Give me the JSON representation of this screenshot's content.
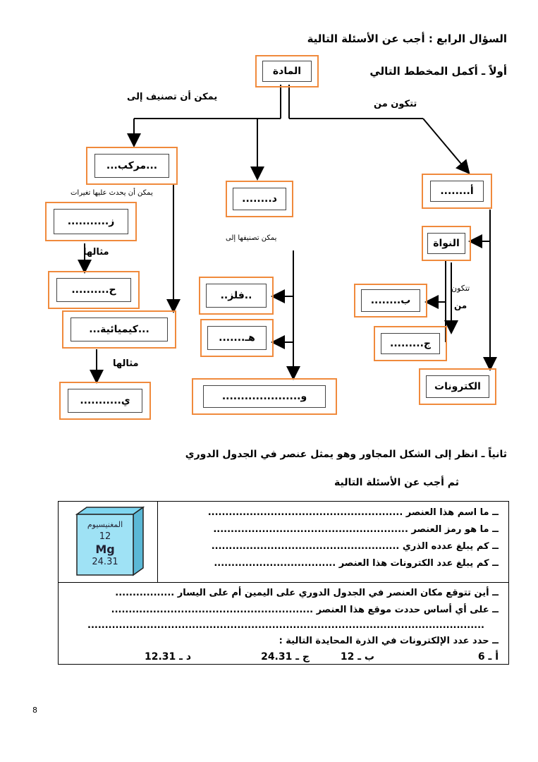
{
  "heading": "السؤال الرابع : أجب عن الأسئلة التالية",
  "part1_title": "أولاً ـ أكمل المخطط التالي",
  "diagram": {
    "root": "المادة",
    "label_classify": "يمكن أن تصنيف إلى",
    "label_composed": "تتكون من",
    "compound": "...مركب...",
    "d": "د........",
    "a": "أ........",
    "label_changes": "يمكن أن يحدث عليها تغيرات",
    "z": "ز...........",
    "label_example1": "مثالها",
    "h": "ح..........",
    "chemical": "...كيميائية...",
    "label_example2": "مثالها",
    "y": "ي...........",
    "label_classify2": "يمكن تصنيفها إلى",
    "metal": "..فلز..",
    "he": "هـ.......",
    "w": "و.....................",
    "nucleus": "النواة",
    "label_composed2a": "تتكون",
    "label_composed2b": "من",
    "b": "ب........",
    "j": "ج.........",
    "electrons": "الكترونات"
  },
  "part2_title": "ثانياً ـ انظر إلى الشكل المجاور وهو يمثل عنصر في الجدول الدوري",
  "part2_subtitle": "ثم أجب عن الأسئلة التالية",
  "element_card": {
    "name": "المغنيسيوم",
    "number": "12",
    "symbol": "Mg",
    "mass": "24.31"
  },
  "questions": {
    "q1": "ــ ما اسم هذا العنصر ........................................................",
    "q2": "ــ ما هو رمز العنصر ........................................................",
    "q3": "ــ كم يبلغ عدده الذري ......................................................",
    "q4": "ــ كم يبلغ عدد الكترونات هذا العنصر ...................................",
    "q5": "ــ أين تتوقع مكان العنصر في الجدول الدوري على اليمين أم على اليسار .................",
    "q6": "ــ على أي أساس حددت موقع هذا العنصر ..........................................................",
    "q7": "..................................................................................................................",
    "q8": "ــ حدد عدد الإلكترونات في الذرة المحايدة التالية :"
  },
  "options": {
    "a": "أ ـ 6",
    "b": "ب ـ 12",
    "c": "ج ـ 24.31",
    "d": "د ـ 12.31"
  },
  "page_number": "8"
}
